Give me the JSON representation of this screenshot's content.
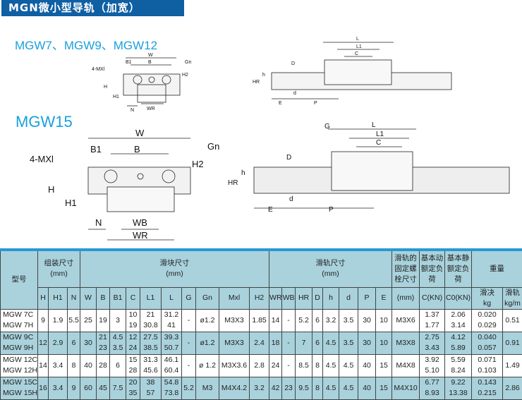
{
  "title": "MGN微小型导轨（加宽）",
  "subtitle_small": "MGW7、MGW9、MGW12",
  "subtitle_large": "MGW15",
  "labels": {
    "W": "W",
    "B": "B",
    "B1": "B1",
    "Gn": "Gn",
    "MXl": "4-MXl",
    "H": "H",
    "H1": "H1",
    "H2": "H2",
    "N": "N",
    "WR": "WR",
    "WB": "WB",
    "L": "L",
    "L1": "L1",
    "C": "C",
    "G": "G",
    "D": "D",
    "h": "h",
    "HR": "HR",
    "d": "d",
    "E": "E",
    "P": "P"
  },
  "table": {
    "group_headers": {
      "model": "型号",
      "assembly": "组装尺寸",
      "assembly_unit": "(mm)",
      "block": "滑块尺寸",
      "block_unit": "(mm)",
      "rail": "滑轨尺寸",
      "rail_unit": "(mm)",
      "bolt": "滑轨的固定螺栓尺寸",
      "dyn": "基本动额定负荷",
      "stat": "基本静额定负荷",
      "weight": "重量",
      "block_w": "滑决",
      "rail_w": "滑轨"
    },
    "columns": [
      "H",
      "H1",
      "N",
      "W",
      "B",
      "B1",
      "C",
      "L1",
      "L",
      "G",
      "Gn",
      "Mxl",
      "H2",
      "WR",
      "WB",
      "HR",
      "D",
      "h",
      "d",
      "P",
      "E",
      "(mm)",
      "C(KN)",
      "C0(KN)",
      "kg",
      "kg/m"
    ],
    "rows": [
      {
        "models": [
          "MGW 7C",
          "MGW 7H"
        ],
        "H": "9",
        "H1": "1.9",
        "N": "5.5",
        "W": "25",
        "B": "19",
        "B1": "3",
        "C": [
          "10",
          "19"
        ],
        "L1": [
          "21",
          "30.8"
        ],
        "L": [
          "31.2",
          "41"
        ],
        "G": "-",
        "Gn": "ø1.2",
        "Mxl": "M3X3",
        "H2": "1.85",
        "WR": "14",
        "WB": "-",
        "HR": "5.2",
        "D": "6",
        "h": "3.2",
        "d": "3.5",
        "P": "30",
        "E": "10",
        "bolt": "M3X6",
        "Cd": [
          "1.37",
          "1.77"
        ],
        "C0": [
          "2.06",
          "3.14"
        ],
        "kg": [
          "0.020",
          "0.029"
        ],
        "kgm": "0.51"
      },
      {
        "models": [
          "MGW 9C",
          "MGW 9H"
        ],
        "H": "12",
        "H1": "2.9",
        "N": "6",
        "W": "30",
        "B": [
          "21",
          "23"
        ],
        "B1": [
          "4.5",
          "3.5"
        ],
        "C": [
          "12",
          "24"
        ],
        "L1": [
          "27.5",
          "38.5"
        ],
        "L": [
          "39.3",
          "50.7"
        ],
        "G": "-",
        "Gn": "ø1.2",
        "Mxl": "M3X3",
        "H2": "2.4",
        "WR": "18",
        "WB": "-",
        "HR": "7",
        "D": "6",
        "h": "4.5",
        "d": "3.5",
        "P": "30",
        "E": "10",
        "bolt": "M3X8",
        "Cd": [
          "2.75",
          "3.43"
        ],
        "C0": [
          "4.12",
          "5.89"
        ],
        "kg": [
          "0.040",
          "0.057"
        ],
        "kgm": "0.91"
      },
      {
        "models": [
          "MGW 12C",
          "MGW 12H"
        ],
        "H": "14",
        "H1": "3.4",
        "N": "8",
        "W": "40",
        "B": "28",
        "B1": "6",
        "C": [
          "15",
          "28"
        ],
        "L1": [
          "31.3",
          "45.6"
        ],
        "L": [
          "46.1",
          "60.4"
        ],
        "G": "-",
        "Gn": "ø 1.2",
        "Mxl": "M3X3.6",
        "H2": "2.8",
        "WR": "24",
        "WB": "-",
        "HR": "8.5",
        "D": "8",
        "h": "4.5",
        "d": "4.5",
        "P": "40",
        "E": "15",
        "bolt": "M4X8",
        "Cd": [
          "3.92",
          "5.10"
        ],
        "C0": [
          "5.59",
          "8.24"
        ],
        "kg": [
          "0.071",
          "0.103"
        ],
        "kgm": "1.49"
      },
      {
        "models": [
          "MGW 15C",
          "MGW 15H"
        ],
        "H": "16",
        "H1": "3.4",
        "N": "9",
        "W": "60",
        "B": "45",
        "B1": "7.5",
        "C": [
          "20",
          "35"
        ],
        "L1": [
          "38",
          "57"
        ],
        "L": [
          "54.8",
          "73.8"
        ],
        "G": "5.2",
        "Gn": "M3",
        "Mxl": "M4X4.2",
        "H2": "3.2",
        "WR": "42",
        "WB": "23",
        "HR": "9.5",
        "D": "8",
        "h": "4.5",
        "d": "4.5",
        "P": "40",
        "E": "15",
        "bolt": "M4X10",
        "Cd": [
          "6.77",
          "8.93"
        ],
        "C0": [
          "9.22",
          "13.38"
        ],
        "kg": [
          "0.143",
          "0.215"
        ],
        "kgm": "2.86"
      }
    ]
  }
}
